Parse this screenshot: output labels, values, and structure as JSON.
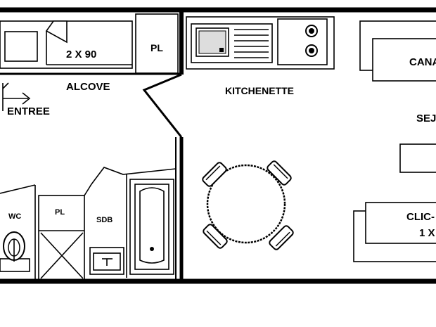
{
  "labels": {
    "bed_size": "2 X 90",
    "closet_top": "PL",
    "alcove": "ALCOVE",
    "entry": "ENTREE",
    "kitchenette": "KITCHENETTE",
    "sofa": "CANA",
    "living": "SEJ",
    "wc": "WC",
    "closet_bottom": "PL",
    "bathroom": "SDB",
    "clic_line1": "CLIC-",
    "clic_line2": "1 X"
  },
  "icons": {
    "entry_arrow": "entry-arrow-icon",
    "sink": "sink-icon",
    "cooktop": "cooktop-icon",
    "toilet": "toilet-icon",
    "bathtub": "bathtub-icon",
    "washbasin": "washbasin-icon",
    "table": "round-table-icon"
  }
}
